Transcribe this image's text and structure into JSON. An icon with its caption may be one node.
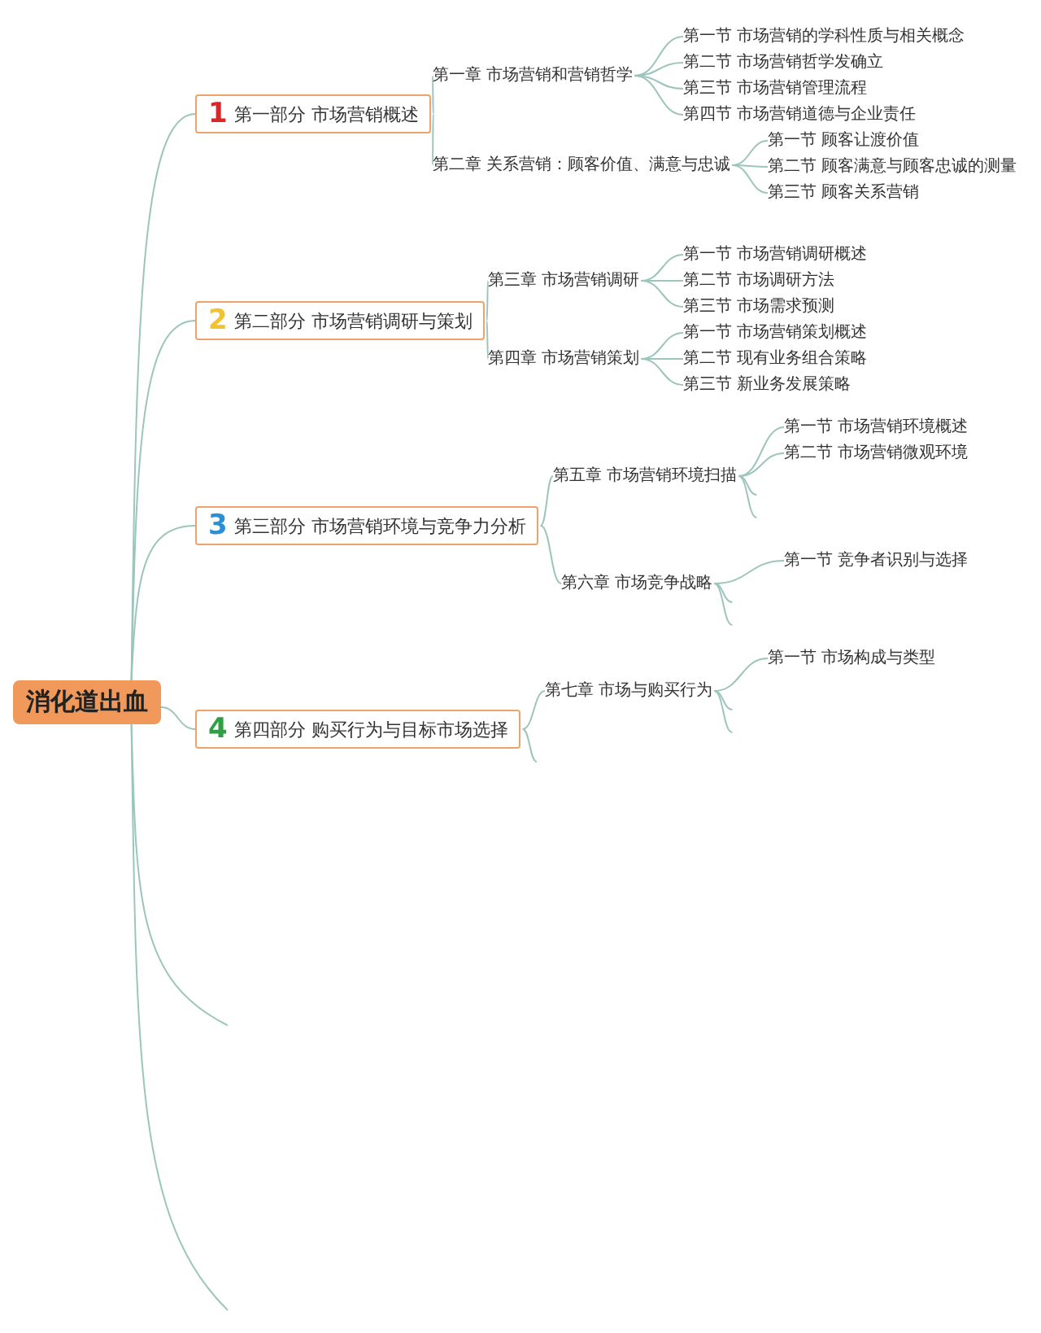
{
  "diagram": {
    "nodes": [
      {
        "text": [
          "消化道出血"
        ]
      },
      {
        "text": [
          "1",
          "第一部分 市场营销概述"
        ]
      },
      {
        "text": [
          "第一章 市场营销和营销哲学"
        ]
      },
      {
        "text": [
          "第一节 市场营销的学科性质与相关概念"
        ]
      },
      {
        "text": [
          "第二节 市场营销哲学发确立"
        ]
      },
      {
        "text": [
          "第三节 市场营销管理流程"
        ]
      },
      {
        "text": [
          "第四节 市场营销道德与企业责任"
        ]
      },
      {
        "text": [
          "第二章 关系营销：顾客价值、满意与忠诚"
        ]
      },
      {
        "text": [
          "第一节 顾客让渡价值"
        ]
      },
      {
        "text": [
          "第二节 顾客满意与顾客忠诚的测量"
        ]
      },
      {
        "text": [
          "第三节 顾客关系营销"
        ]
      },
      {
        "text": [
          "2",
          "第二部分 市场营销调研与策划"
        ]
      },
      {
        "text": [
          "第三章 市场营销调研"
        ]
      },
      {
        "text": [
          "第一节 市场营销调研概述"
        ]
      },
      {
        "text": [
          "第二节 市场调研方法"
        ]
      },
      {
        "text": [
          "第三节 市场需求预测"
        ]
      },
      {
        "text": [
          "第四章 市场营销策划"
        ]
      },
      {
        "text": [
          "第一节 市场营销策划概述"
        ]
      },
      {
        "text": [
          "第二节 现有业务组合策略"
        ]
      },
      {
        "text": [
          "第三节 新业务发展策略"
        ]
      },
      {
        "text": [
          "3",
          "第三部分 市场营销环境与竞争力分析"
        ]
      },
      {
        "text": [
          "第五章 市场营销环境扫描"
        ]
      },
      {
        "text": [
          "第一节 市场营销环境概述"
        ]
      },
      {
        "text": [
          "第二节 市场营销微观环境"
        ]
      },
      {
        "text": [
          "第六章 市场竞争战略"
        ]
      },
      {
        "text": [
          "第一节 竞争者识别与选择"
        ]
      },
      {
        "text": [
          "4",
          "第四部分 购买行为与目标市场选择"
        ]
      },
      {
        "text": [
          "第七章 市场与购买行为"
        ]
      },
      {
        "text": [
          "第一节 市场构成与类型"
        ]
      }
    ],
    "edges": [
      {
        "from": 0,
        "to": 1,
        "arrow": "none"
      },
      {
        "from": 0,
        "to": 11,
        "arrow": "none"
      },
      {
        "from": 0,
        "to": 20,
        "arrow": "none"
      },
      {
        "from": 0,
        "to": 26,
        "arrow": "none"
      },
      {
        "from": 0,
        "to": null,
        "arrow": "none"
      },
      {
        "from": 0,
        "to": null,
        "arrow": "none"
      },
      {
        "from": 1,
        "to": 2,
        "arrow": "none"
      },
      {
        "from": 1,
        "to": 7,
        "arrow": "none"
      },
      {
        "from": 2,
        "to": 3,
        "arrow": "none"
      },
      {
        "from": 2,
        "to": 4,
        "arrow": "none"
      },
      {
        "from": 2,
        "to": 5,
        "arrow": "none"
      },
      {
        "from": 2,
        "to": 6,
        "arrow": "none"
      },
      {
        "from": 7,
        "to": 8,
        "arrow": "none"
      },
      {
        "from": 7,
        "to": 9,
        "arrow": "none"
      },
      {
        "from": 7,
        "to": 10,
        "arrow": "none"
      },
      {
        "from": 11,
        "to": 12,
        "arrow": "none"
      },
      {
        "from": 11,
        "to": 16,
        "arrow": "none"
      },
      {
        "from": 12,
        "to": 13,
        "arrow": "none"
      },
      {
        "from": 12,
        "to": 14,
        "arrow": "none"
      },
      {
        "from": 12,
        "to": 15,
        "arrow": "none"
      },
      {
        "from": 16,
        "to": 17,
        "arrow": "none"
      },
      {
        "from": 16,
        "to": 18,
        "arrow": "none"
      },
      {
        "from": 16,
        "to": 19,
        "arrow": "none"
      },
      {
        "from": 20,
        "to": 21,
        "arrow": "none"
      },
      {
        "from": 20,
        "to": 24,
        "arrow": "none"
      },
      {
        "from": 21,
        "to": 22,
        "arrow": "none"
      },
      {
        "from": 21,
        "to": 23,
        "arrow": "none"
      },
      {
        "from": 21,
        "to": null,
        "arrow": "none"
      },
      {
        "from": 21,
        "to": null,
        "arrow": "none"
      },
      {
        "from": 24,
        "to": 25,
        "arrow": "none"
      },
      {
        "from": 24,
        "to": null,
        "arrow": "none"
      },
      {
        "from": 24,
        "to": null,
        "arrow": "none"
      },
      {
        "from": 26,
        "to": 27,
        "arrow": "none"
      },
      {
        "from": 26,
        "to": null,
        "arrow": "none"
      },
      {
        "from": 27,
        "to": 28,
        "arrow": "none"
      },
      {
        "from": 27,
        "to": null,
        "arrow": "none"
      },
      {
        "from": 27,
        "to": null,
        "arrow": "none"
      }
    ]
  }
}
